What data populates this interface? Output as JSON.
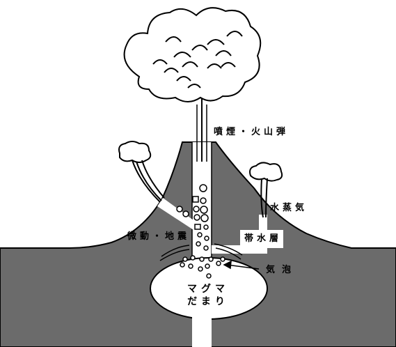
{
  "labels": {
    "eruption_smoke_bombs": "噴煙・火山弾",
    "water_vapor": "水蒸気",
    "microtremor_earthquake": "微動・地震",
    "aquifer": "帯水層",
    "bubbles": "気泡",
    "magma_chamber_line1": "マグマ",
    "magma_chamber_line2": "だまり"
  },
  "colors": {
    "ground": "#6b6b6b",
    "conduit": "#ffffff",
    "outline": "#000000",
    "cloud": "#ffffff"
  }
}
